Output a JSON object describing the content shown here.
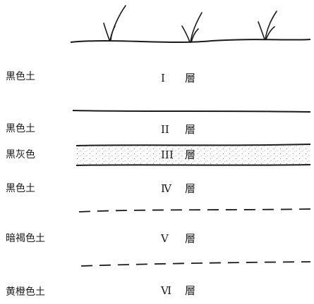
{
  "layer_word": "層",
  "layers": [
    {
      "numeral": "I",
      "soil": "黒色土"
    },
    {
      "numeral": "II",
      "soil": "黒色土"
    },
    {
      "numeral": "III",
      "soil": "黒灰色"
    },
    {
      "numeral": "Ⅳ",
      "soil": "黒色土"
    },
    {
      "numeral": "V",
      "soil": "暗褐色土"
    },
    {
      "numeral": "Ⅵ",
      "soil": "黄橙色土"
    }
  ],
  "boundaries": [
    "solid",
    "solid-top-of-dotted-band",
    "solid-bottom-of-dotted-band",
    "dashed",
    "dashed"
  ],
  "colors": {
    "ink": "#1a1a1a",
    "background": "#ffffff",
    "stipple": "#8a8a8a"
  },
  "icons": [
    "grass-tuft-icon",
    "grass-tuft-icon",
    "grass-tuft-icon"
  ]
}
